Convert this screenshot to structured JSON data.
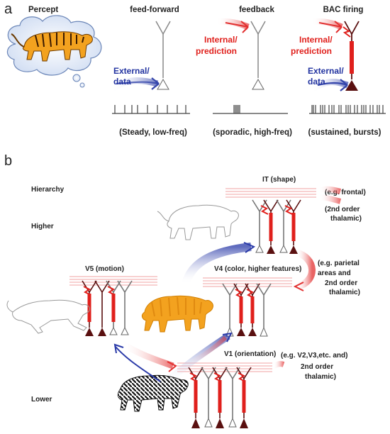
{
  "panel_a": {
    "letter": "a",
    "percept": "Percept",
    "columns": {
      "feedforward": "feed-forward",
      "feedback": "feedback",
      "bac": "BAC firing"
    },
    "external_line1": "External/",
    "external_line2": "data",
    "internal_line1": "Internal/",
    "internal_line2": "prediction",
    "captions": {
      "feedforward": "(Steady, low-freq)",
      "feedback": "(sporadic, high-freq)",
      "bac": "(sustained, bursts)"
    }
  },
  "panel_b": {
    "letter": "b",
    "hierarchy": "Hierarchy",
    "higher": "Higher",
    "lower": "Lower",
    "areas": {
      "it": "IT (shape)",
      "v5": "V5 (motion)",
      "v4": "V4 (color, higher features)",
      "v1": "V1 (orientation)"
    },
    "notes": {
      "frontal": "(e.g. frontal)",
      "thalamic_top_1": "(2nd order",
      "thalamic_top_2": "thalamic)",
      "parietal_1": "(e.g. parietal",
      "parietal_2": "areas and",
      "parietal_3": "2nd order",
      "parietal_4": "thalamic)",
      "v2_1": "(e.g. V2,V3,etc. and)",
      "v2_2": "2nd order",
      "v2_3": "thalamic)"
    }
  },
  "colors": {
    "red": "#e0201c",
    "blue": "#2233a0",
    "gray": "#8a8a8a",
    "dark": "#5a1010",
    "tiger_orange": "#f3a21f",
    "cloud_blue": "#dfe9f7"
  }
}
